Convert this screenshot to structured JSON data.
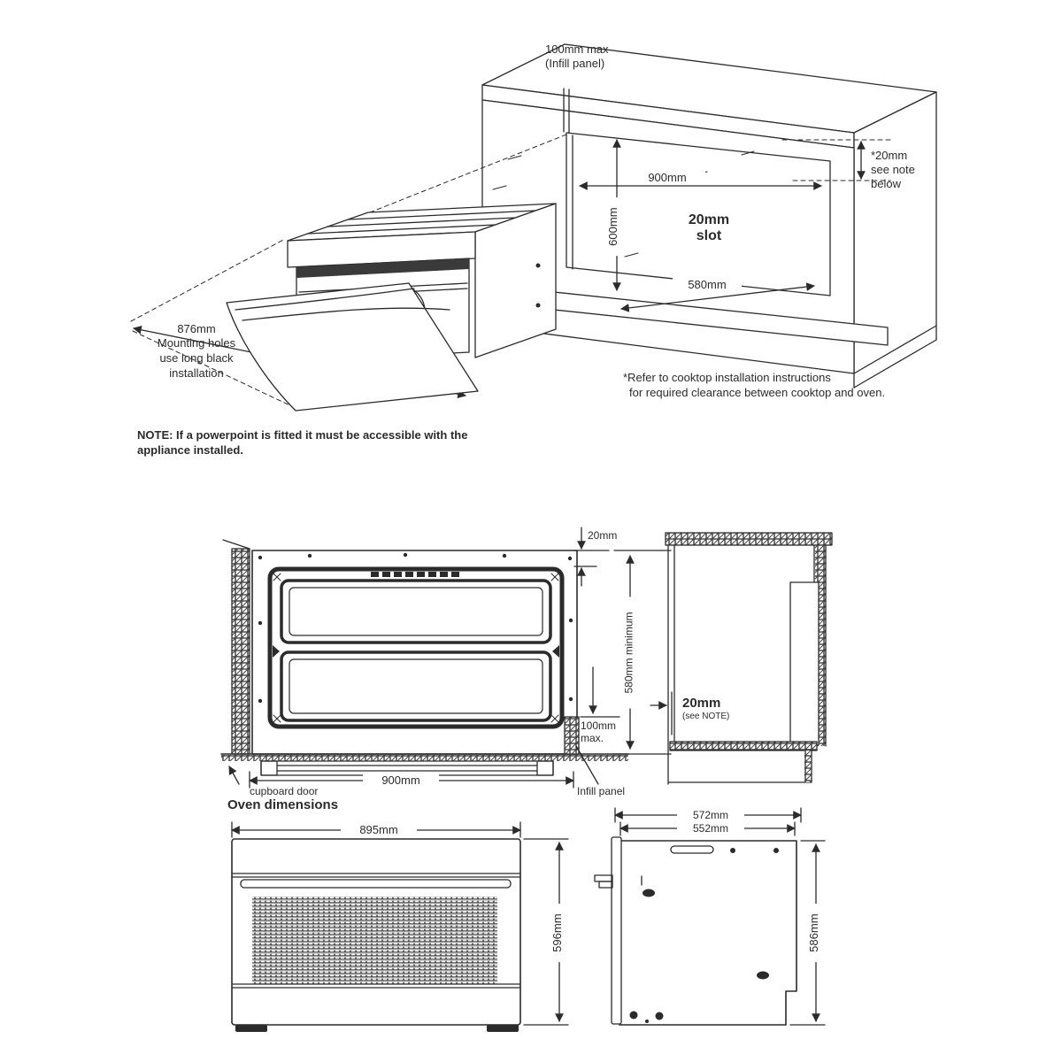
{
  "figure1": {
    "infill_top_line1": "100mm max",
    "infill_top_line2": "(Infill panel)",
    "cutout_width": "900mm",
    "cutout_height": "600mm",
    "slot_line1": "20mm",
    "slot_line2": "slot",
    "cutout_depth": "580mm",
    "gap_note_line1": "*20mm",
    "gap_note_line2": "see note",
    "gap_note_line3": "below",
    "mounting_line1": "876mm",
    "mounting_line2": "Mounting holes",
    "mounting_line3": "use long black",
    "mounting_line4": "installation",
    "cooktop_note_line1": "*Refer to cooktop installation instructions",
    "cooktop_note_line2": "for required clearance between cooktop and oven.",
    "powerpoint_note_line1": "NOTE: If a powerpoint is fitted it must be accessible with the",
    "powerpoint_note_line2": "appliance installed."
  },
  "figure2": {
    "top_gap": "20mm",
    "min_height": "580mm minimum",
    "infill_max_line1": "100mm",
    "infill_max_line2": "max.",
    "cavity_width": "900mm",
    "cupboard_door": "cupboard door",
    "infill_panel": "Infill panel",
    "rear_gap": "20mm",
    "rear_gap_note": "(see NOTE)"
  },
  "figure3": {
    "heading": "Oven dimensions",
    "front_width": "895mm",
    "front_height": "596mm",
    "side_depth_overall": "572mm",
    "side_depth_body": "552mm",
    "side_height": "586mm"
  }
}
